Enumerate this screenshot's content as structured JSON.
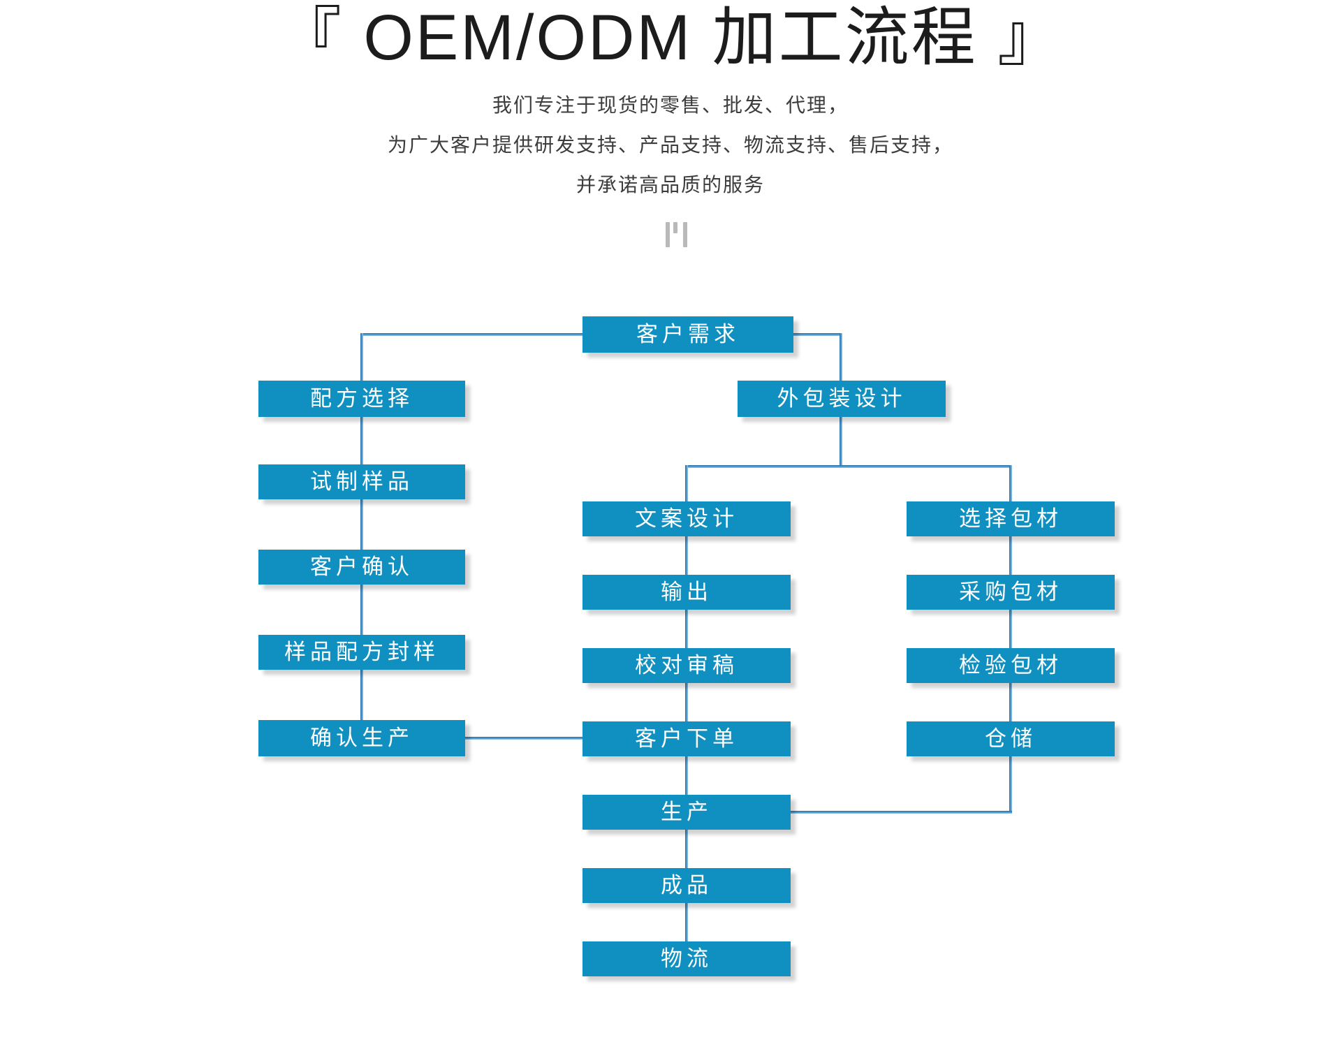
{
  "header": {
    "title": "『 OEM/ODM 加工流程 』",
    "subtitle_lines": [
      "我们专注于现货的零售、批发、代理，",
      "为广大客户提供研发支持、产品支持、物流支持、售后支持，",
      "并承诺高品质的服务"
    ]
  },
  "divider_icon": "three-vertical-bars",
  "colors": {
    "title_text": "#1c1c1c",
    "subtitle_text": "#3c3c3c",
    "icon_gray": "#b9b9b9",
    "node_fill": "#1090c0",
    "node_text": "#ffffff",
    "connector_dark": "#2b71a8",
    "connector_mid": "#4f97cb",
    "connector_light": "#9cc8e6"
  },
  "flowchart": {
    "nodes": {
      "customer_demand": "客户需求",
      "formula_selection": "配方选择",
      "sample_trial": "试制样品",
      "customer_confirm": "客户确认",
      "sample_formula_seal": "样品配方封样",
      "confirm_production": "确认生产",
      "packaging_design": "外包装设计",
      "copy_design": "文案设计",
      "output": "输出",
      "proofread": "校对审稿",
      "customer_order": "客户下单",
      "production": "生产",
      "finished_product": "成品",
      "logistics": "物流",
      "select_material": "选择包材",
      "purchase_material": "采购包材",
      "inspect_material": "检验包材",
      "warehouse": "仓储"
    },
    "edges": [
      [
        "customer_demand",
        "formula_selection"
      ],
      [
        "customer_demand",
        "packaging_design"
      ],
      [
        "formula_selection",
        "sample_trial"
      ],
      [
        "sample_trial",
        "customer_confirm"
      ],
      [
        "customer_confirm",
        "sample_formula_seal"
      ],
      [
        "sample_formula_seal",
        "confirm_production"
      ],
      [
        "confirm_production",
        "customer_order"
      ],
      [
        "packaging_design",
        "copy_design"
      ],
      [
        "packaging_design",
        "select_material"
      ],
      [
        "copy_design",
        "output"
      ],
      [
        "output",
        "proofread"
      ],
      [
        "proofread",
        "customer_order"
      ],
      [
        "customer_order",
        "production"
      ],
      [
        "production",
        "finished_product"
      ],
      [
        "finished_product",
        "logistics"
      ],
      [
        "select_material",
        "purchase_material"
      ],
      [
        "purchase_material",
        "inspect_material"
      ],
      [
        "inspect_material",
        "warehouse"
      ],
      [
        "warehouse",
        "production"
      ]
    ]
  }
}
